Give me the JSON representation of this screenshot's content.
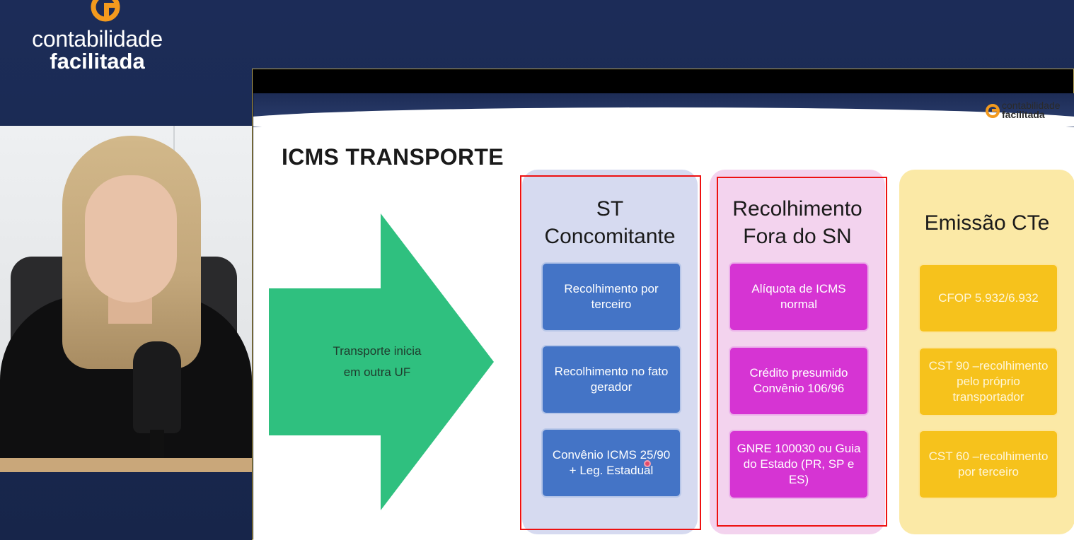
{
  "brand": {
    "line1": "contabilidade",
    "line2": "facilitada",
    "accent": "#f39a1e"
  },
  "slide": {
    "logo_line1": "contabilidade",
    "logo_line2": "facilitada",
    "title": "ICMS TRANSPORTE",
    "arrow_text_line1": "Transporte inicia",
    "arrow_text_line2": "em outra UF",
    "arrow_color": "#2fc07f",
    "columns": [
      {
        "head_line1": "ST",
        "head_line2": "Concomitante",
        "color": "#d6daf0",
        "boxes": [
          {
            "line1": "Recolhimento por",
            "line2": "terceiro"
          },
          {
            "line1": "Recolhimento no fato",
            "line2": "gerador"
          },
          {
            "line1": "Convênio ICMS 25/90",
            "line2": "+ Leg. Estadual"
          }
        ]
      },
      {
        "head_line1": "Recolhimento",
        "head_line2": "Fora do SN",
        "color": "#f3d3ee",
        "boxes": [
          {
            "line1": "Alíquota de ICMS",
            "line2": "normal"
          },
          {
            "line1": "Crédito presumido",
            "line2": "Convênio 106/96"
          },
          {
            "line1": "GNRE 100030 ou Guia",
            "line2": "do Estado (PR, SP e ES)"
          }
        ]
      },
      {
        "head_line1": "Emissão CTe",
        "color": "#fbe9a6",
        "boxes": [
          {
            "line1": "CFOP 5.932/6.932"
          },
          {
            "line1": "CST 90 –recolhimento",
            "line2": "pelo próprio",
            "line3": "transportador"
          },
          {
            "line1": "CST 60 –recolhimento",
            "line2": "por terceiro"
          }
        ]
      }
    ]
  },
  "highlight_color": "#ee1111"
}
